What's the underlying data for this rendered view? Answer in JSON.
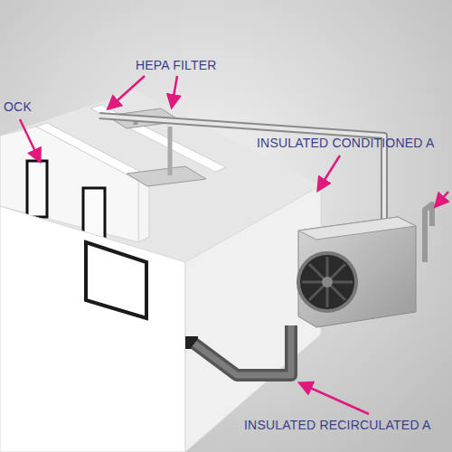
{
  "diagram": {
    "labels": [
      "OCK",
      "HEPA FILTER",
      "INSULATED CONDITIONED A",
      "INSULATED RECIRCULATED A"
    ]
  }
}
